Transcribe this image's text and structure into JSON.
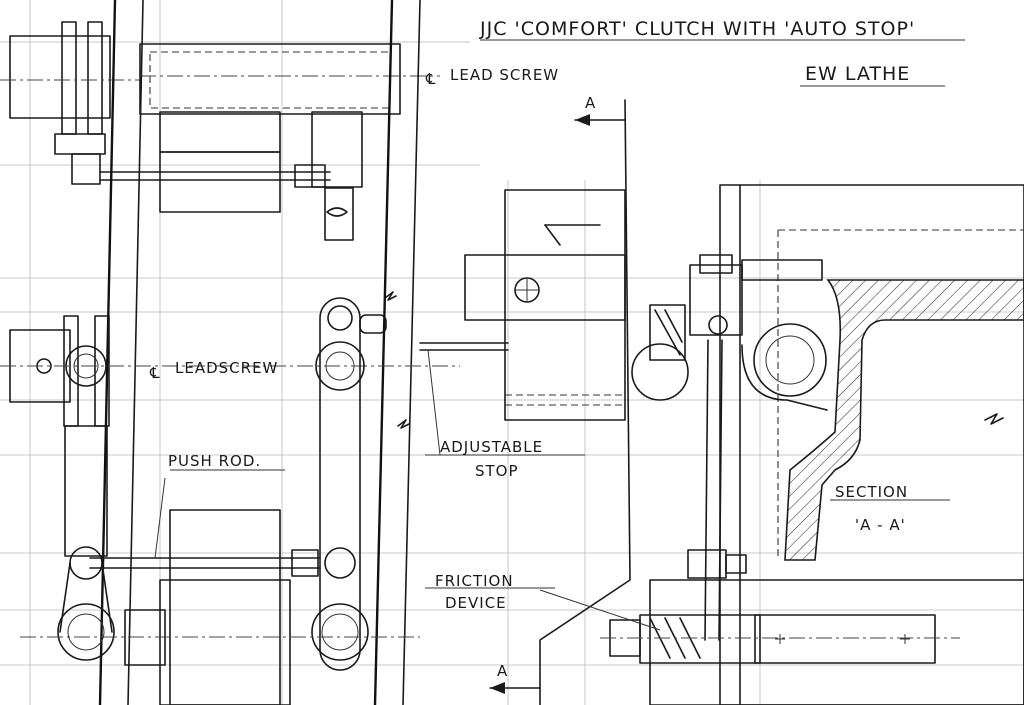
{
  "title": {
    "line1": "JJC 'COMFORT' CLUTCH WITH 'AUTO STOP'",
    "line2": "EW LATHE"
  },
  "labels": {
    "lead_screw_upper": "LEAD SCREW",
    "lead_screw_lower": "LEADSCREW",
    "centerline_symbol": "℄",
    "adjustable_stop_1": "ADJUSTABLE",
    "adjustable_stop_2": "STOP",
    "push_rod": "PUSH ROD.",
    "friction_device_1": "FRICTION",
    "friction_device_2": "DEVICE",
    "section_1": "SECTION",
    "section_2": "'A - A'",
    "section_marker_top": "A",
    "section_marker_bottom": "A"
  },
  "colors": {
    "ink": "#1a1a1a",
    "construction": "#b9b9b9",
    "paper": "#ffffff"
  }
}
